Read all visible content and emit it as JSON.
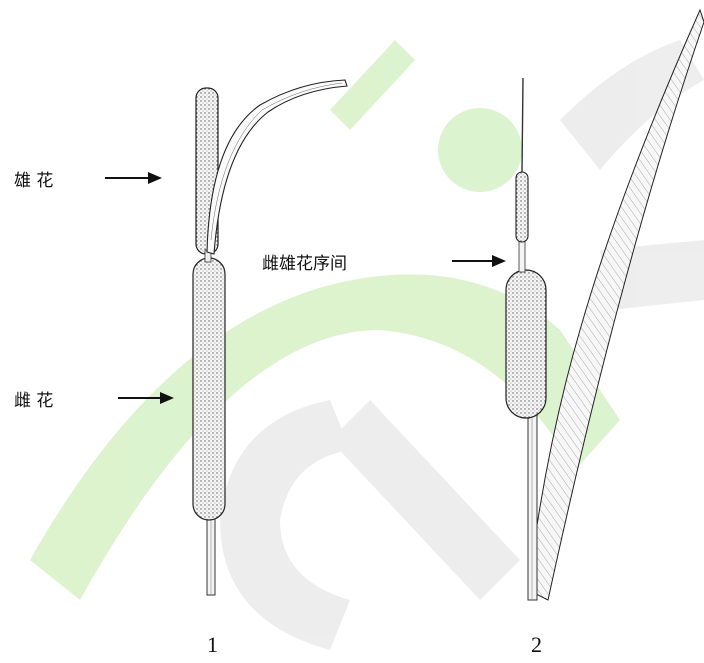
{
  "labels": {
    "male_flower": "雄 花",
    "female_flower": "雌 花",
    "interval": "雌雄花序间"
  },
  "figure_numbers": {
    "one": "1",
    "two": "2"
  },
  "colors": {
    "watermark_green": "#cfeec0",
    "watermark_gray": "#e6e6e6",
    "ink": "#111111",
    "stipple": "#d9d9d9"
  }
}
